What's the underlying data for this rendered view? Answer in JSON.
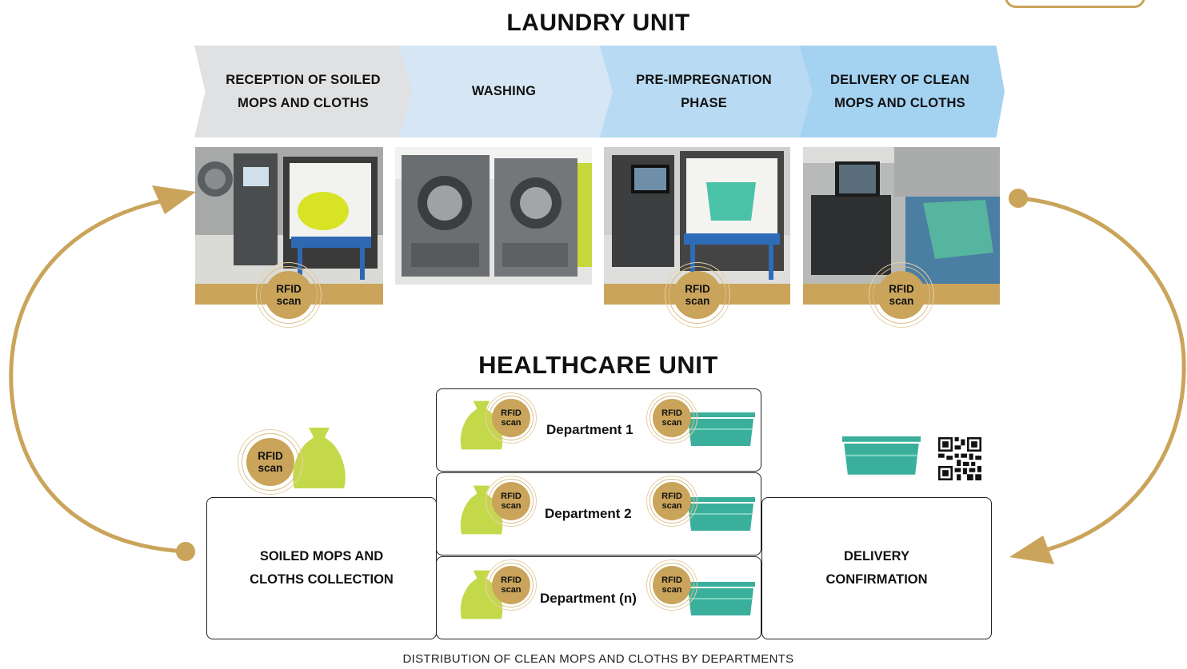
{
  "laundry_title": "LAUNDRY UNIT",
  "healthcare_title": "HEALTHCARE UNIT",
  "steps": [
    {
      "line1": "RECEPTION OF SOILED",
      "line2": "MOPS AND CLOTHS"
    },
    {
      "line1": "WASHING",
      "line2": ""
    },
    {
      "line1": "PRE-IMPREGNATION",
      "line2": "PHASE"
    },
    {
      "line1": "DELIVERY OF CLEAN",
      "line2": "MOPS AND CLOTHS"
    }
  ],
  "rfid": {
    "line1": "RFID",
    "line2": "scan"
  },
  "departments": [
    "Department 1",
    "Department 2",
    "Department (n)"
  ],
  "collection": {
    "line1": "SOILED MOPS AND",
    "line2": "CLOTHS COLLECTION"
  },
  "confirmation": {
    "line1": "DELIVERY",
    "line2": "CONFIRMATION"
  },
  "footer": "DISTRIBUTION OF CLEAN MOPS AND CLOTHS BY DEPARTMENTS",
  "icons": [
    "laundry-bag-icon",
    "clean-bucket-icon",
    "qr-code-icon",
    "washing-machine-photo",
    "rfid-scan-badge"
  ],
  "colors": {
    "gold": "#c9a45a",
    "bag_green": "#c4d94a",
    "bucket_teal": "#3aaf9c",
    "chevron_gray": "#e0e1e2",
    "chevron_light_blue": "#d6e6f5",
    "chevron_mid_blue": "#b8daf2",
    "chevron_blue": "#a4d2f1"
  }
}
